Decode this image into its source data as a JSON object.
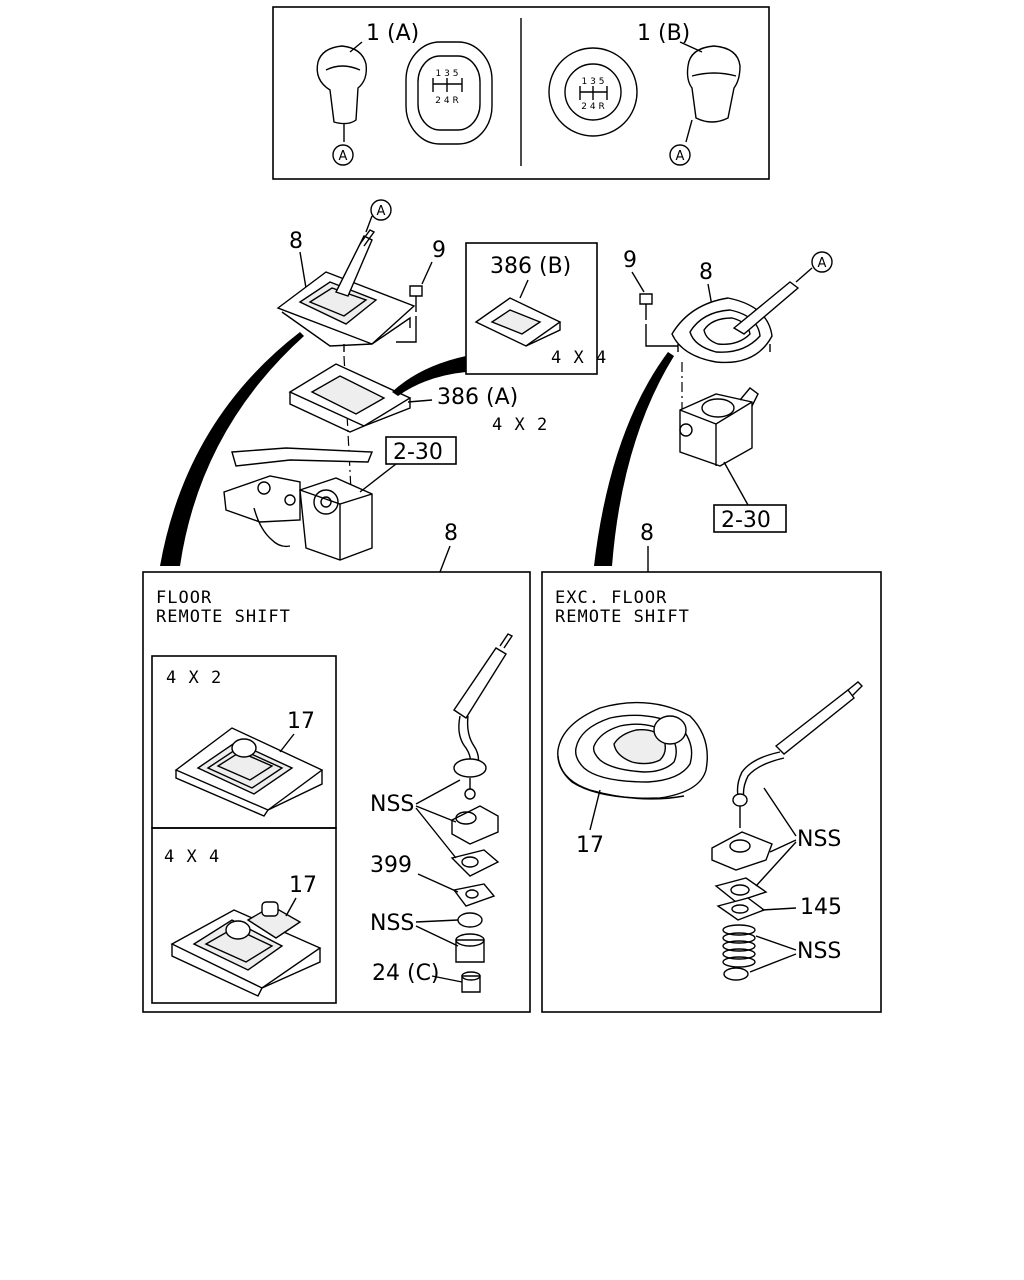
{
  "top_panel": {
    "knob_a_label": "1 (A)",
    "knob_b_label": "1 (B)",
    "ref_a_left": "A",
    "ref_a_right": "A",
    "shift_pattern_top": "1 3 5",
    "shift_pattern_bottom": "2 4 R"
  },
  "main": {
    "left_assembly": {
      "part_8": "8",
      "part_9": "9",
      "ref_a": "A",
      "part_386a": "386 (A)",
      "part_386a_variant": "4 X 2",
      "part_386b": "386 (B)",
      "part_386b_variant": "4 X 4",
      "ref_2_30": "2-30",
      "callout_8": "8"
    },
    "right_assembly": {
      "part_9": "9",
      "part_8": "8",
      "ref_a": "A",
      "ref_2_30": "2-30",
      "callout_8": "8"
    }
  },
  "floor_panel": {
    "title_line1": "FLOOR",
    "title_line2": "REMOTE  SHIFT",
    "variant_4x2": "4 X 2",
    "variant_4x4": "4 X 4",
    "part_17_a": "17",
    "part_17_b": "17",
    "nss_1": "NSS",
    "part_399": "399",
    "nss_2": "NSS",
    "part_24c": "24 (C)"
  },
  "exc_panel": {
    "title_line1": "EXC. FLOOR",
    "title_line2": "REMOTE  SHIFT",
    "part_17": "17",
    "nss_1": "NSS",
    "part_145": "145",
    "nss_2": "NSS"
  }
}
